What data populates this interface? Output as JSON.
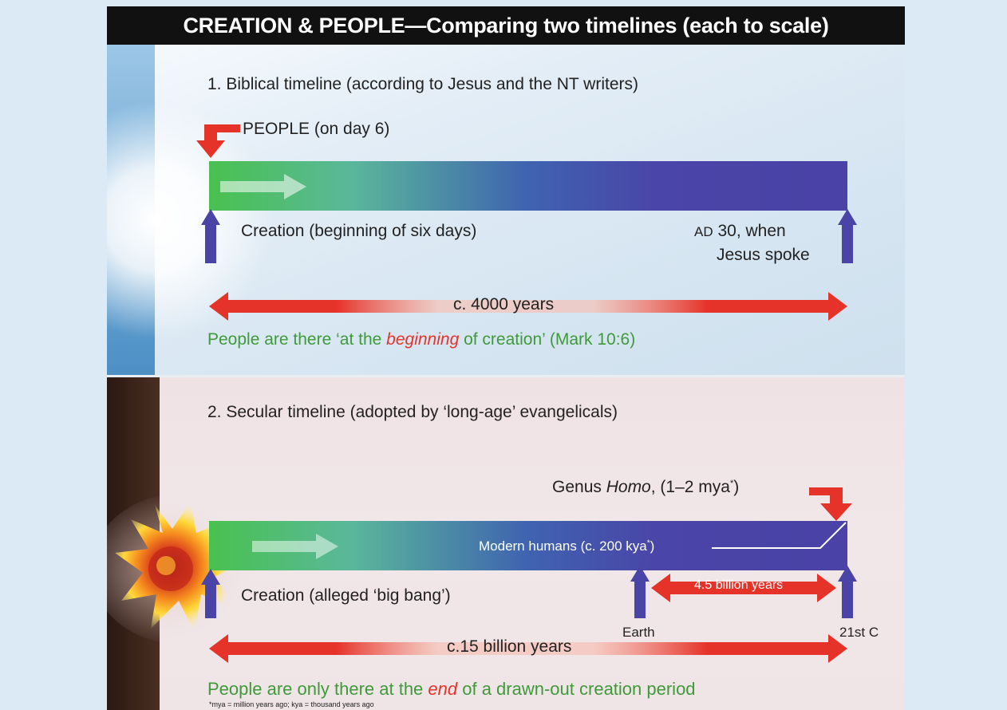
{
  "title": "CREATION & PEOPLE—Comparing two timelines (each to scale)",
  "panel1": {
    "heading": "1. Biblical timeline (according to Jesus and the NT writers)",
    "people_label": "PEOPLE (on day 6)",
    "creation_label": "Creation (beginning of six days)",
    "end_label_era": "AD",
    "end_label_line1": " 30, when",
    "end_label_line2": "Jesus spoke",
    "span_label": "c. 4000 years",
    "note_before": "People are there ‘at the ",
    "note_emph": "beginning",
    "note_after": " of creation’ (Mark 10:6)"
  },
  "panel2": {
    "heading": "2. Secular timeline (adopted by ‘long-age’ evangelicals)",
    "genus_label_before": "Genus ",
    "genus_label_emph": "Homo",
    "genus_label_after": ", (1–2 mya",
    "genus_label_star": "*",
    "genus_label_close": ")",
    "modern_label": "Modern humans (c. 200 kya",
    "modern_star": "*",
    "modern_close": ")",
    "creation_label": "Creation (alleged ‘big bang’)",
    "earth_label": "Earth",
    "c21_label": "21st C",
    "earth_span_label": "4.5 billion years",
    "span_label": "c.15 billion years",
    "note_before": "People are only there at the ",
    "note_emph": "end",
    "note_after": " of a drawn-out creation period",
    "footnote": "*mya = million years ago; kya = thousand years ago"
  },
  "colors": {
    "arrow_red": "#e5332a",
    "arrow_blue": "#4a44a6",
    "bar_green": "#49c14f",
    "bar_blue": "#4a42a6",
    "note_green": "#3f9a3a"
  }
}
